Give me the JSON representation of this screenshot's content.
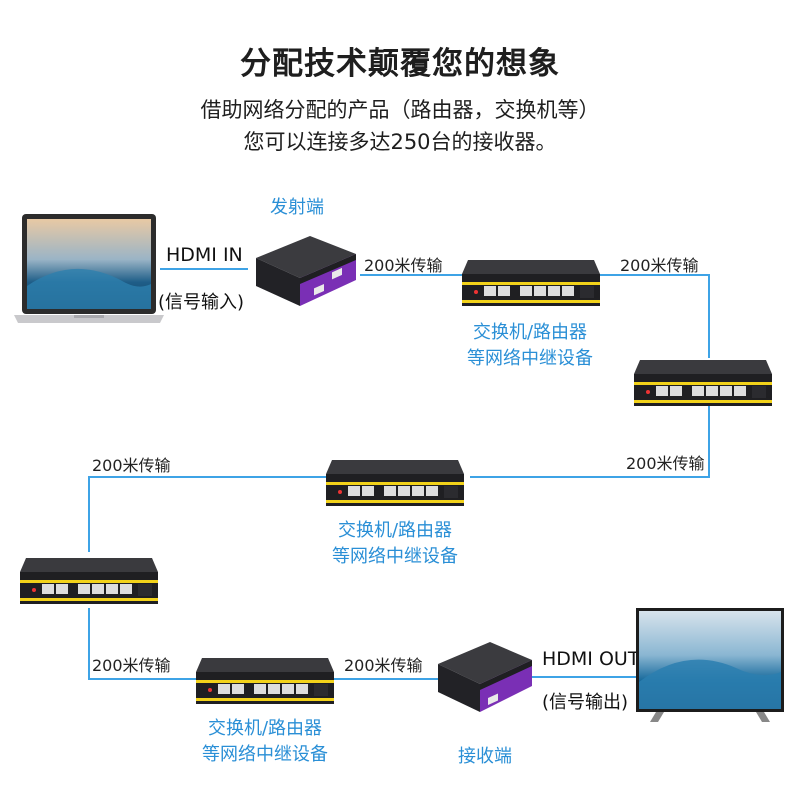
{
  "header": {
    "title": "分配技术颠覆您的想象",
    "subtitle_line1": "借助网络分配的产品（路由器，交换机等）",
    "subtitle_line2": "您可以连接多达250台的接收器。"
  },
  "labels": {
    "transmitter": "发射端",
    "receiver": "接收端",
    "hdmi_in": "HDMI IN",
    "hdmi_in_note": "(信号输入)",
    "hdmi_out": "HDMI OUT",
    "hdmi_out_note": "(信号输出)",
    "transfer": "200米传输",
    "switch_line1": "交换机/路由器",
    "switch_line2": "等网络中继设备"
  },
  "colors": {
    "line": "#3ea3e6",
    "label_blue": "#2a8fd6",
    "device_purple": "#7a2fb5",
    "switch_stripe": "#f2d21a"
  }
}
